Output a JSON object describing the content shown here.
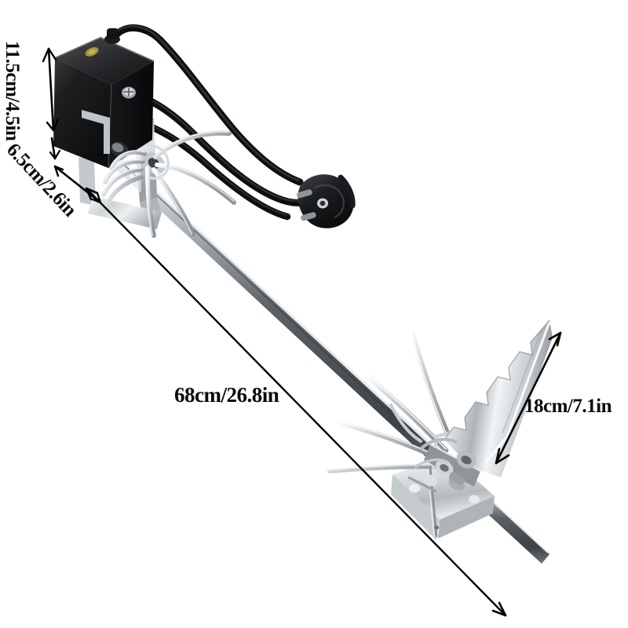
{
  "product": {
    "name": "bbq-rotisserie-spit-kit",
    "background_color": "#ffffff",
    "parts": [
      {
        "name": "motor-housing",
        "color": "#171717",
        "detail": "black rectangular electric motor box"
      },
      {
        "name": "motor-sticker",
        "color": "#b09a42",
        "detail": "small gold oval label on top face"
      },
      {
        "name": "motor-screw",
        "color": "#c8c8c8",
        "detail": "silver phillips screw on front face"
      },
      {
        "name": "mounting-bracket",
        "color": "#cfd2d4",
        "detail": "stainless steel U-shaped clamp bracket"
      },
      {
        "name": "power-cable",
        "color": "#15161a",
        "detail": "black looping rubber power cord"
      },
      {
        "name": "power-plug",
        "color": "#1b1c20",
        "detail": "European schuko two-pin plug"
      },
      {
        "name": "spit-rod",
        "color": "#4a4f55",
        "detail": "long flat steel spit bar"
      },
      {
        "name": "left-fork",
        "color": "#d5d8da",
        "detail": "four-prong stainless meat fork near motor"
      },
      {
        "name": "right-fork",
        "color": "#d5d8da",
        "detail": "four-prong stainless meat fork at far end"
      },
      {
        "name": "serrated-blade",
        "color": "#e2e5e7",
        "detail": "notched stainless counterweight blade"
      },
      {
        "name": "clamp-assembly",
        "color": "#b9bdc0",
        "detail": "thumbscrew clamp hardware at fork end"
      },
      {
        "name": "base-plate",
        "color": "#d9dcde",
        "detail": "folded steel support plate"
      }
    ]
  },
  "annotations": {
    "height": {
      "label": "11.5cm/4.5in",
      "name": "motor-height-dimension",
      "orientation": "vertical",
      "arrow": "single-headed-up"
    },
    "depth": {
      "label": "6.5cm/2.6in",
      "name": "motor-depth-dimension",
      "orientation": "diagonal-45",
      "arrow": "double-headed"
    },
    "length": {
      "label": "68cm/26.8in",
      "name": "spit-length-dimension",
      "orientation": "diagonal",
      "arrow": "double-headed"
    },
    "blade": {
      "label": "18cm/7.1in",
      "name": "blade-length-dimension",
      "orientation": "diagonal",
      "arrow": "double-headed"
    }
  }
}
